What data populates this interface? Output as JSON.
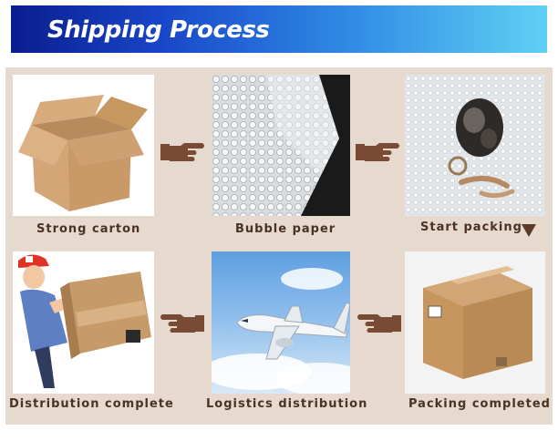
{
  "header": {
    "title": "Shipping Process"
  },
  "steps": [
    {
      "label": "Strong carton"
    },
    {
      "label": "Bubble paper"
    },
    {
      "label": "Start packing"
    },
    {
      "label": "Distribution complete"
    },
    {
      "label": "Logistics distribution"
    },
    {
      "label": "Packing completed"
    }
  ],
  "colors": {
    "caption": "#4b3226",
    "panel": "#e6d9ce",
    "hand": "#7a4b34",
    "banner_start": "#0a1d8f",
    "banner_end": "#5fd0f4"
  },
  "icons": [
    "pointing-hand-icon",
    "down-triangle-icon"
  ]
}
